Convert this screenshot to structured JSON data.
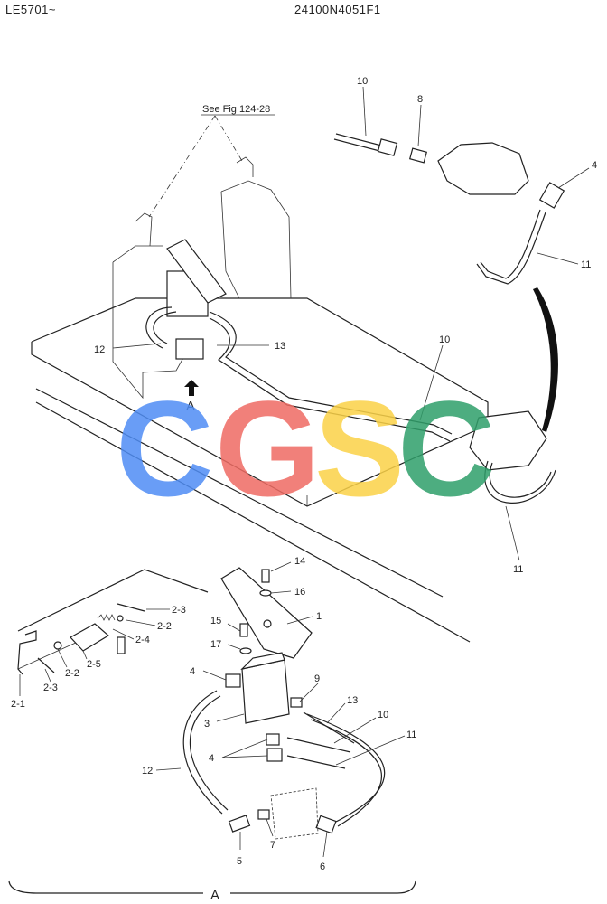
{
  "header": {
    "serial": "LE5701~",
    "code": "24100N4051F1"
  },
  "reference_note": "See Fig 124-28",
  "view_marker": "A",
  "watermark": {
    "letters": [
      "C",
      "G",
      "S",
      "C"
    ],
    "colors": [
      "#4f8df5",
      "#ef6b63",
      "#fbd247",
      "#2f9f6a"
    ]
  },
  "callouts": {
    "top": [
      "10",
      "8",
      "4",
      "11",
      "13",
      "12",
      "10",
      "11"
    ],
    "bottom": [
      "14",
      "16",
      "1",
      "15",
      "17",
      "4",
      "3",
      "9",
      "13",
      "10",
      "11",
      "4",
      "12",
      "5",
      "7",
      "6",
      "2-3",
      "2-2",
      "2-4",
      "2-5",
      "2-2",
      "2-3",
      "2-1"
    ]
  }
}
